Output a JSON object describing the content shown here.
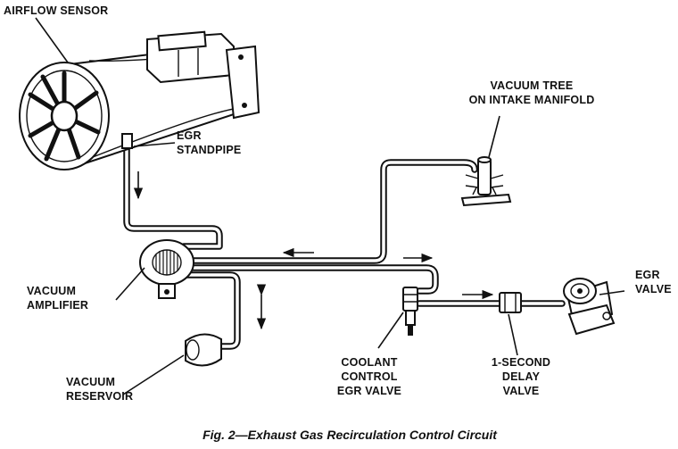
{
  "labels": {
    "airflow_sensor": "AIRFLOW SENSOR",
    "egr_standpipe": [
      "EGR",
      "STANDPIPE"
    ],
    "vacuum_tree": [
      "VACUUM TREE",
      "ON INTAKE MANIFOLD"
    ],
    "vacuum_amplifier": [
      "VACUUM",
      "AMPLIFIER"
    ],
    "egr_valve": [
      "EGR",
      "VALVE"
    ],
    "vacuum_reservoir": [
      "VACUUM",
      "RESERVOIR"
    ],
    "coolant_control": [
      "COOLANT",
      "CONTROL",
      "EGR VALVE"
    ],
    "delay_valve": [
      "1-SECOND",
      "DELAY",
      "VALVE"
    ]
  },
  "caption": "Fig. 2—Exhaust Gas Recirculation Control Circuit"
}
